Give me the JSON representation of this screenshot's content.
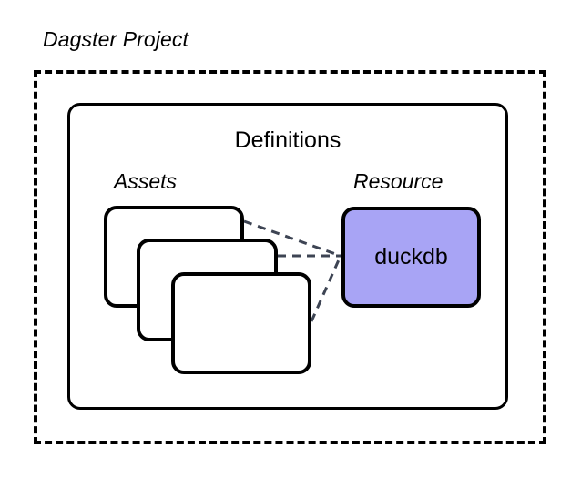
{
  "diagram": {
    "type": "nested-block-diagram",
    "project": {
      "title": "Dagster Project",
      "border_style": "dashed",
      "border_color": "#000000"
    },
    "definitions": {
      "title": "Definitions",
      "border_style": "solid",
      "border_color": "#000000"
    },
    "groups": [
      {
        "label": "Assets"
      },
      {
        "label": "Resource"
      }
    ],
    "assets": {
      "label": "Assets",
      "cards": [
        {
          "label": ""
        },
        {
          "label": ""
        },
        {
          "label": ""
        }
      ]
    },
    "resource": {
      "label": "Resource",
      "name": "duckdb",
      "fill": "#a8a4f5",
      "border_color": "#000000"
    },
    "edges": {
      "style": "dashed",
      "color": "#3d4453",
      "description": "each asset card connects to the duckdb resource",
      "connections": [
        {
          "from": "asset-card-1",
          "to": "duckdb"
        },
        {
          "from": "asset-card-2",
          "to": "duckdb"
        },
        {
          "from": "asset-card-3",
          "to": "duckdb"
        }
      ]
    }
  }
}
